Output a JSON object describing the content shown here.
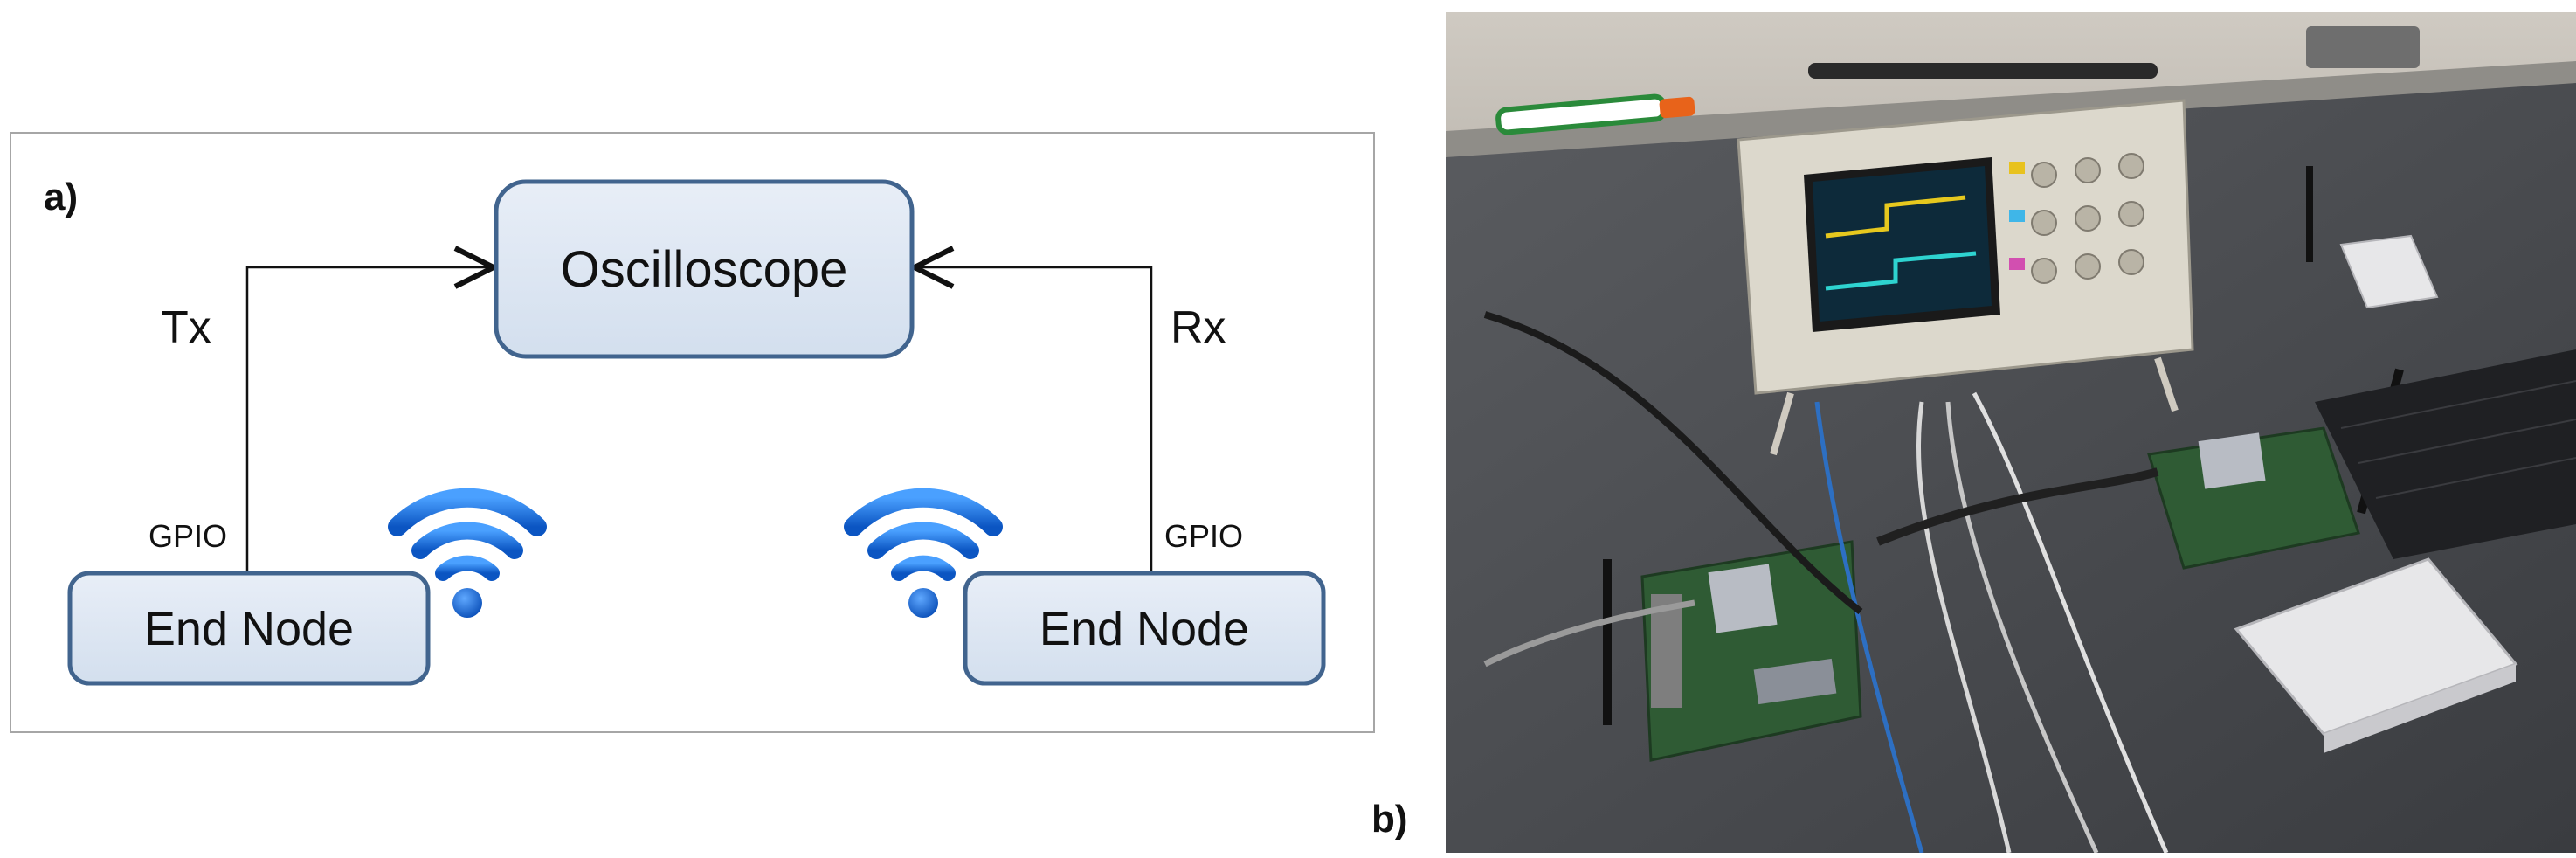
{
  "panel_a": {
    "label": "a)",
    "nodes": {
      "oscilloscope": "Oscilloscope",
      "end_node_left": "End Node",
      "end_node_right": "End Node"
    },
    "edges": {
      "tx": "Tx",
      "rx": "Rx",
      "gpio_left": "GPIO",
      "gpio_right": "GPIO"
    },
    "icons": [
      "wifi-icon",
      "wifi-icon"
    ],
    "colors": {
      "node_fill": "#dbe5f1",
      "node_stroke": "#41648e",
      "wifi_blue": "#1c6fd6"
    }
  },
  "panel_b": {
    "label": "b)",
    "photo_description_icon": "lab-bench-photo-icon"
  }
}
